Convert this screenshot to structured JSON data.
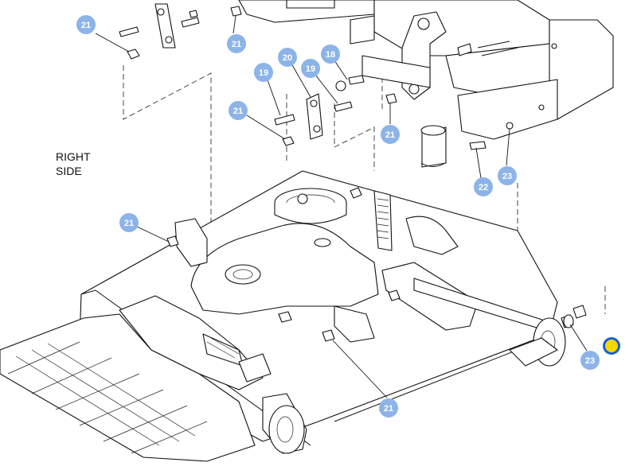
{
  "side_label": {
    "line1": "RIGHT",
    "line2": "SIDE"
  },
  "callouts": [
    {
      "id": "c1",
      "label": "21"
    },
    {
      "id": "c2",
      "label": "21"
    },
    {
      "id": "c3",
      "label": "19"
    },
    {
      "id": "c4",
      "label": "20"
    },
    {
      "id": "c5",
      "label": "19"
    },
    {
      "id": "c6",
      "label": "18"
    },
    {
      "id": "c7",
      "label": "21"
    },
    {
      "id": "c8",
      "label": "21"
    },
    {
      "id": "c9",
      "label": "22"
    },
    {
      "id": "c10",
      "label": "23"
    },
    {
      "id": "c11",
      "label": "21"
    },
    {
      "id": "c12",
      "label": "23"
    },
    {
      "id": "c13",
      "label": "21"
    }
  ],
  "colors": {
    "callout": "#8db4e8",
    "highlight": "#f4d600",
    "highlight_ring": "#1a5fd0",
    "line": "#111111"
  }
}
